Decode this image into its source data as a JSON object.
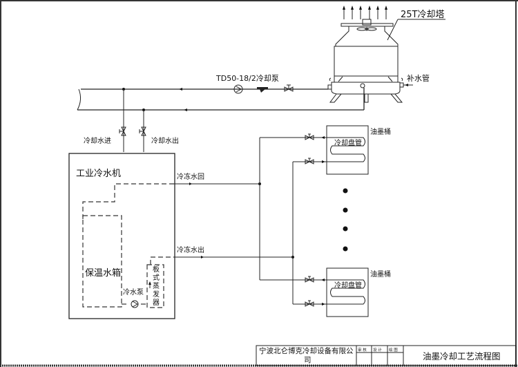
{
  "diagram": {
    "title": "油墨冷却工艺流程图",
    "cooling_tower": {
      "label": "25T冷却塔",
      "makeup_label": "补水管"
    },
    "pump": {
      "label": "TD50-18/2冷却泵"
    },
    "chiller": {
      "label": "工业冷水机",
      "inlet_label": "冷却水进",
      "outlet_label": "冷却水出",
      "return_label": "冷冻水回",
      "supply_label": "冷冻水出",
      "tank_label": "保温水箱",
      "chilled_pump_label": "冷水泵",
      "evaporator_label": [
        "板",
        "式",
        "蒸",
        "发",
        "器"
      ]
    },
    "tanks": [
      {
        "label": "油墨桶",
        "coil_label": "冷却盘管"
      },
      {
        "label": "油墨桶",
        "coil_label": "冷却盘管"
      }
    ],
    "title_block": {
      "company": "宁波北仑博克冷却设备有限公",
      "company_line2": "司",
      "cells": [
        "审 核",
        "设 计",
        "绘 图"
      ],
      "drawing_title": "油墨冷却工艺流程图"
    }
  }
}
